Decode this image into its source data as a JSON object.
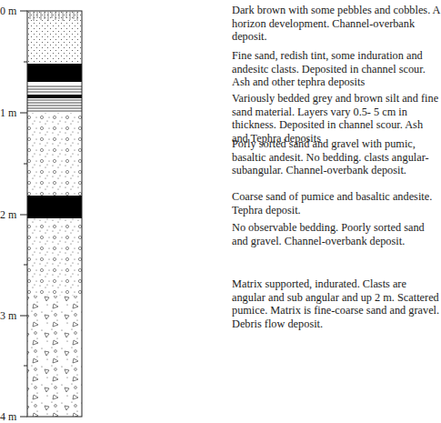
{
  "diagram": {
    "labels": [
      "0 m",
      "1 m",
      "2 m",
      "3 m",
      "4 m",
      "Dark brown with some pebbles and cobbles. A horizon development. Channel-overbank deposit.",
      "Fine sand, redish tint, some induration and andesitc clasts. Deposited in channel scour. Ash and other tephra deposits",
      "Variously bedded grey and brown silt and fine sand material. Layers vary 0.5- 5 cm in thickness. Deposited in channel scour. Ash and Tephra deposits",
      "Porly sorted sand and gravel with pumic, basaltic andesit. No bedding. clasts angular-subangular. Channel-overbank deposit.",
      "Coarse sand of pumice and basaltic andesite. Tephra deposit.",
      "No observable bedding. Poorly sorted sand and gravel. Channel-overbank deposit.",
      "Matrix supported, indurated. Clasts are angular and sub angular and up 2 m. Scattered pumice. Matrix is fine-coarse sand and gravel. Debris flow deposit."
    ]
  }
}
